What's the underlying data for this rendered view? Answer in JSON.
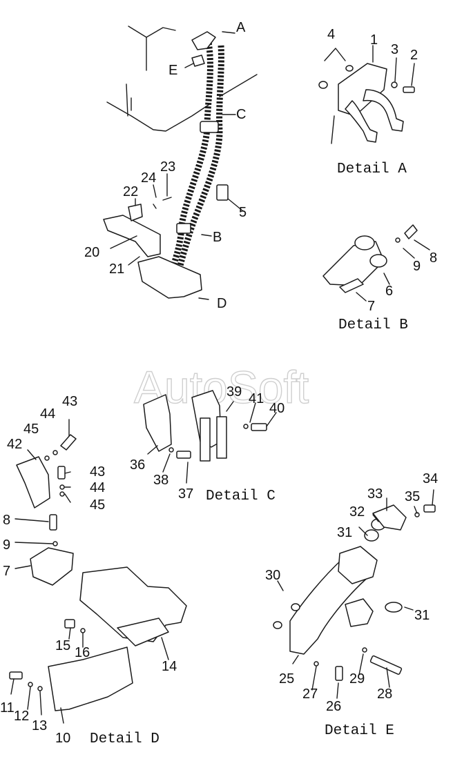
{
  "watermark": "AutoSoft",
  "main_view": {
    "markers": [
      "A",
      "E",
      "C",
      "B",
      "D"
    ],
    "callouts": [
      "5",
      "20",
      "21",
      "22",
      "23",
      "24"
    ]
  },
  "detail_a": {
    "caption": "Detail A",
    "callouts": [
      "1",
      "2",
      "3",
      "4"
    ]
  },
  "detail_b": {
    "caption": "Detail B",
    "callouts": [
      "6",
      "7",
      "8",
      "9"
    ]
  },
  "detail_c": {
    "caption": "Detail C",
    "callouts": [
      "36",
      "37",
      "38",
      "39",
      "40",
      "41"
    ]
  },
  "detail_d": {
    "caption": "Detail D",
    "callouts": [
      "42",
      "43",
      "44",
      "45",
      "43",
      "44",
      "45",
      "8",
      "9",
      "7",
      "15",
      "16",
      "14",
      "11",
      "12",
      "13",
      "10"
    ]
  },
  "detail_e": {
    "caption": "Detail E",
    "callouts": [
      "30",
      "31",
      "32",
      "33",
      "34",
      "35",
      "31",
      "25",
      "26",
      "27",
      "28",
      "29"
    ]
  }
}
